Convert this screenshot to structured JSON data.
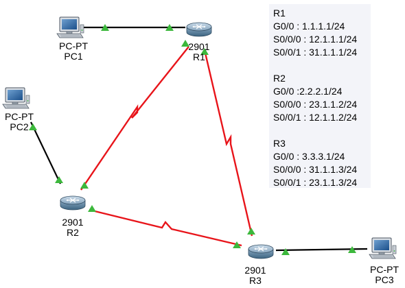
{
  "devices": {
    "pc1": {
      "model": "PC-PT",
      "name": "PC1",
      "icon": "pc-icon"
    },
    "pc2": {
      "model": "PC-PT",
      "name": "PC2",
      "icon": "pc-icon"
    },
    "pc3": {
      "model": "PC-PT",
      "name": "PC3",
      "icon": "pc-icon"
    },
    "r1": {
      "model": "2901",
      "name": "R1",
      "icon": "router-icon"
    },
    "r2": {
      "model": "2901",
      "name": "R2",
      "icon": "router-icon"
    },
    "r3": {
      "model": "2901",
      "name": "R3",
      "icon": "router-icon"
    }
  },
  "links": [
    {
      "from": "pc1",
      "to": "r1",
      "type": "ethernet"
    },
    {
      "from": "pc2",
      "to": "r2",
      "type": "ethernet"
    },
    {
      "from": "r3",
      "to": "pc3",
      "type": "ethernet"
    },
    {
      "from": "r1",
      "to": "r2",
      "type": "serial"
    },
    {
      "from": "r1",
      "to": "r3",
      "type": "serial"
    },
    {
      "from": "r2",
      "to": "r3",
      "type": "serial"
    }
  ],
  "note": {
    "r1": {
      "title": "R1",
      "lines": [
        "G0/0 : 1.1.1.1/24",
        "S0/0/0 : 12.1.1.1/24",
        "S0/0/1 : 31.1.1.1/24"
      ]
    },
    "r2": {
      "title": "R2",
      "lines": [
        "G0/0 :2.2.2.1/24",
        "S0/0/0 : 23.1.1.2/24",
        "S0/0/1 : 12.1.1.2/24"
      ]
    },
    "r3": {
      "title": "R3",
      "lines": [
        "G0/0 : 3.3.3.1/24",
        "S0/0/0 : 31.1.1.3/24",
        "S0/0/1 : 23.1.1.3/24"
      ]
    }
  },
  "colors": {
    "ethernet": "#000000",
    "serial": "#e8141a",
    "link_up": "#3cb83c",
    "note_bg": "#f3f4f9"
  }
}
